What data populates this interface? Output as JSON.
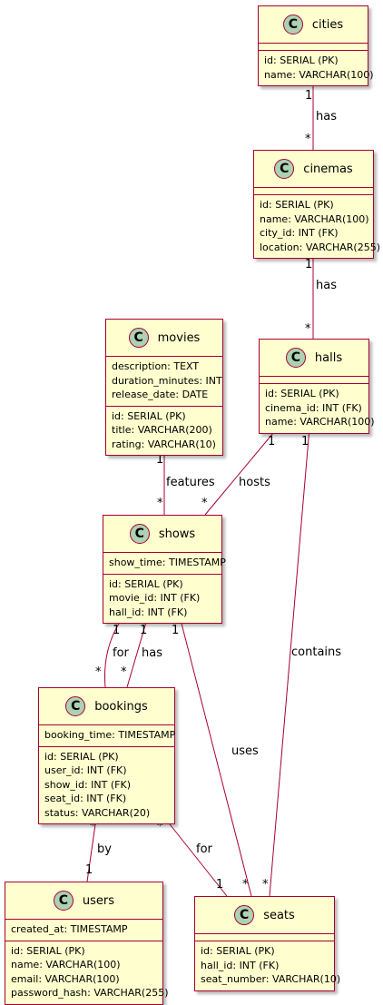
{
  "colors": {
    "entity_fill": "#fefece",
    "border": "#a80036",
    "badge_fill": "#add1b2",
    "edge": "#a80036"
  },
  "entities": {
    "cities": {
      "badge": "C",
      "name": "cities",
      "fields_top": [],
      "fields": [
        "id: SERIAL (PK)",
        "name: VARCHAR(100)"
      ]
    },
    "cinemas": {
      "badge": "C",
      "name": "cinemas",
      "fields_top": [],
      "fields": [
        "id: SERIAL (PK)",
        "name: VARCHAR(100)",
        "city_id: INT (FK)",
        "location: VARCHAR(255)"
      ]
    },
    "movies": {
      "badge": "C",
      "name": "movies",
      "fields_top": [
        "description: TEXT",
        "duration_minutes: INT",
        "release_date: DATE"
      ],
      "fields": [
        "id: SERIAL (PK)",
        "title: VARCHAR(200)",
        "rating: VARCHAR(10)"
      ]
    },
    "halls": {
      "badge": "C",
      "name": "halls",
      "fields_top": [],
      "fields": [
        "id: SERIAL (PK)",
        "cinema_id: INT (FK)",
        "name: VARCHAR(100)"
      ]
    },
    "shows": {
      "badge": "C",
      "name": "shows",
      "fields_top": [
        "show_time: TIMESTAMP"
      ],
      "fields": [
        "id: SERIAL (PK)",
        "movie_id: INT (FK)",
        "hall_id: INT (FK)"
      ]
    },
    "bookings": {
      "badge": "C",
      "name": "bookings",
      "fields_top": [
        "booking_time: TIMESTAMP"
      ],
      "fields": [
        "id: SERIAL (PK)",
        "user_id: INT (FK)",
        "show_id: INT (FK)",
        "seat_id: INT (FK)",
        "status: VARCHAR(20)"
      ]
    },
    "users": {
      "badge": "C",
      "name": "users",
      "fields_top": [
        "created_at: TIMESTAMP"
      ],
      "fields": [
        "id: SERIAL (PK)",
        "name: VARCHAR(100)",
        "email: VARCHAR(100)",
        "password_hash: VARCHAR(255)"
      ]
    },
    "seats": {
      "badge": "C",
      "name": "seats",
      "fields_top": [],
      "fields": [
        "id: SERIAL (PK)",
        "hall_id: INT (FK)",
        "seat_number: VARCHAR(10)"
      ]
    }
  },
  "relations": [
    {
      "id": "cities-cinemas",
      "label": "has",
      "from_mult": "1",
      "to_mult": "*"
    },
    {
      "id": "cinemas-halls",
      "label": "has",
      "from_mult": "1",
      "to_mult": "*"
    },
    {
      "id": "movies-shows",
      "label": "features",
      "from_mult": "1",
      "to_mult": "*"
    },
    {
      "id": "halls-shows",
      "label": "hosts",
      "from_mult": "1",
      "to_mult": "*"
    },
    {
      "id": "halls-seats",
      "label": "contains",
      "from_mult": "1",
      "to_mult": "*"
    },
    {
      "id": "shows-bookings-for",
      "label": "for",
      "from_mult": "1",
      "to_mult": "*"
    },
    {
      "id": "shows-bookings-has",
      "label": "has",
      "from_mult": "1",
      "to_mult": "*"
    },
    {
      "id": "shows-seats",
      "label": "uses",
      "from_mult": "1",
      "to_mult": "*"
    },
    {
      "id": "bookings-users",
      "label": "by",
      "from_mult": "*",
      "to_mult": "1"
    },
    {
      "id": "bookings-seats",
      "label": "for",
      "from_mult": "*",
      "to_mult": "1"
    }
  ]
}
